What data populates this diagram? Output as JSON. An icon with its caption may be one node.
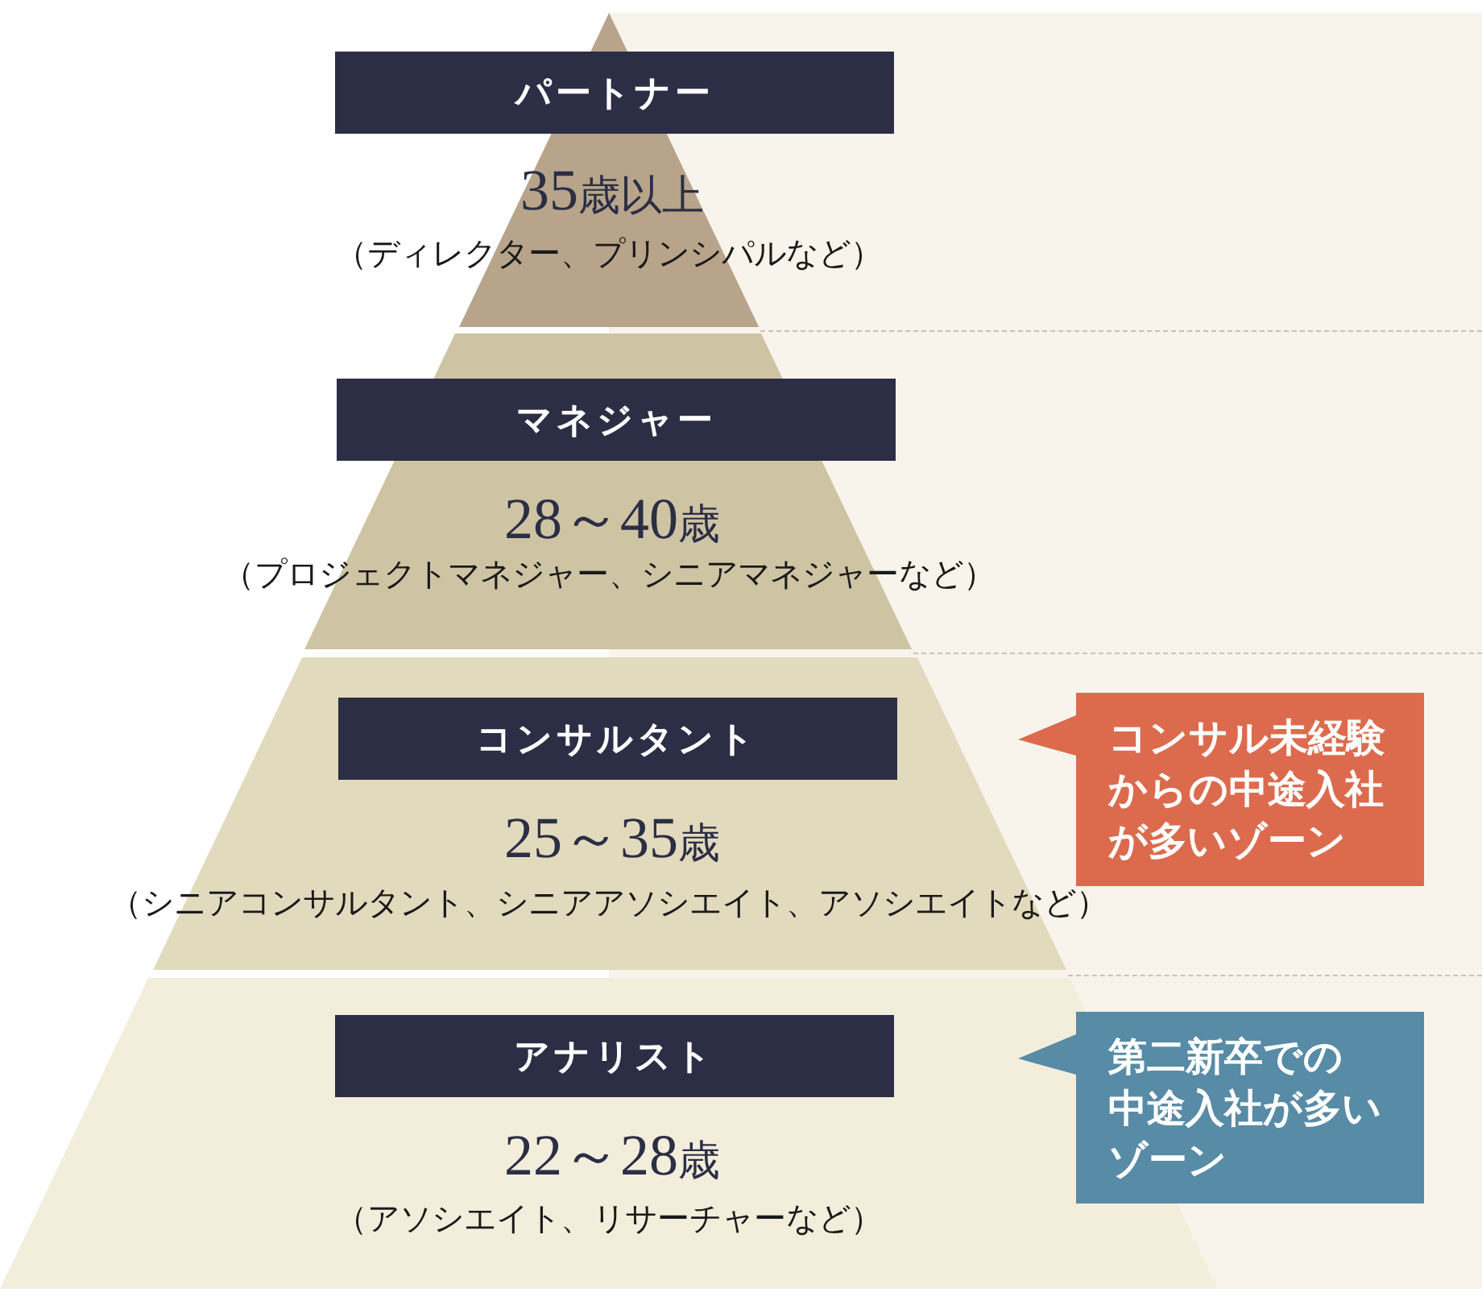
{
  "diagram": {
    "nodes": [
      {
        "text": [
          "35歳以上",
          "（ディレクター、プリンシパルなど）"
        ]
      },
      {
        "text": [
          "パートナー"
        ]
      },
      {
        "text": [
          "28～40歳",
          "（プロジェクトマネジャー、シニアマネジャーなど）"
        ]
      },
      {
        "text": [
          "マネジャー"
        ],
        "in": 2
      },
      {
        "text": [
          "25～35歳",
          "（シニアコンサルタント、シニアアソシエイト、アソシエイトなど）"
        ]
      },
      {
        "text": [
          "コンサルタント"
        ],
        "in": 4
      },
      {
        "text": [
          "コンサル未経験からの中途入社が多いゾーン"
        ]
      },
      {
        "text": [
          "22～28歳",
          "（アソシエイト、リサーチャーなど）"
        ]
      },
      {
        "text": [
          "アナリスト"
        ],
        "in": 7
      },
      {
        "text": [
          "第二新卒での中途入社が多いゾーン"
        ]
      }
    ]
  }
}
